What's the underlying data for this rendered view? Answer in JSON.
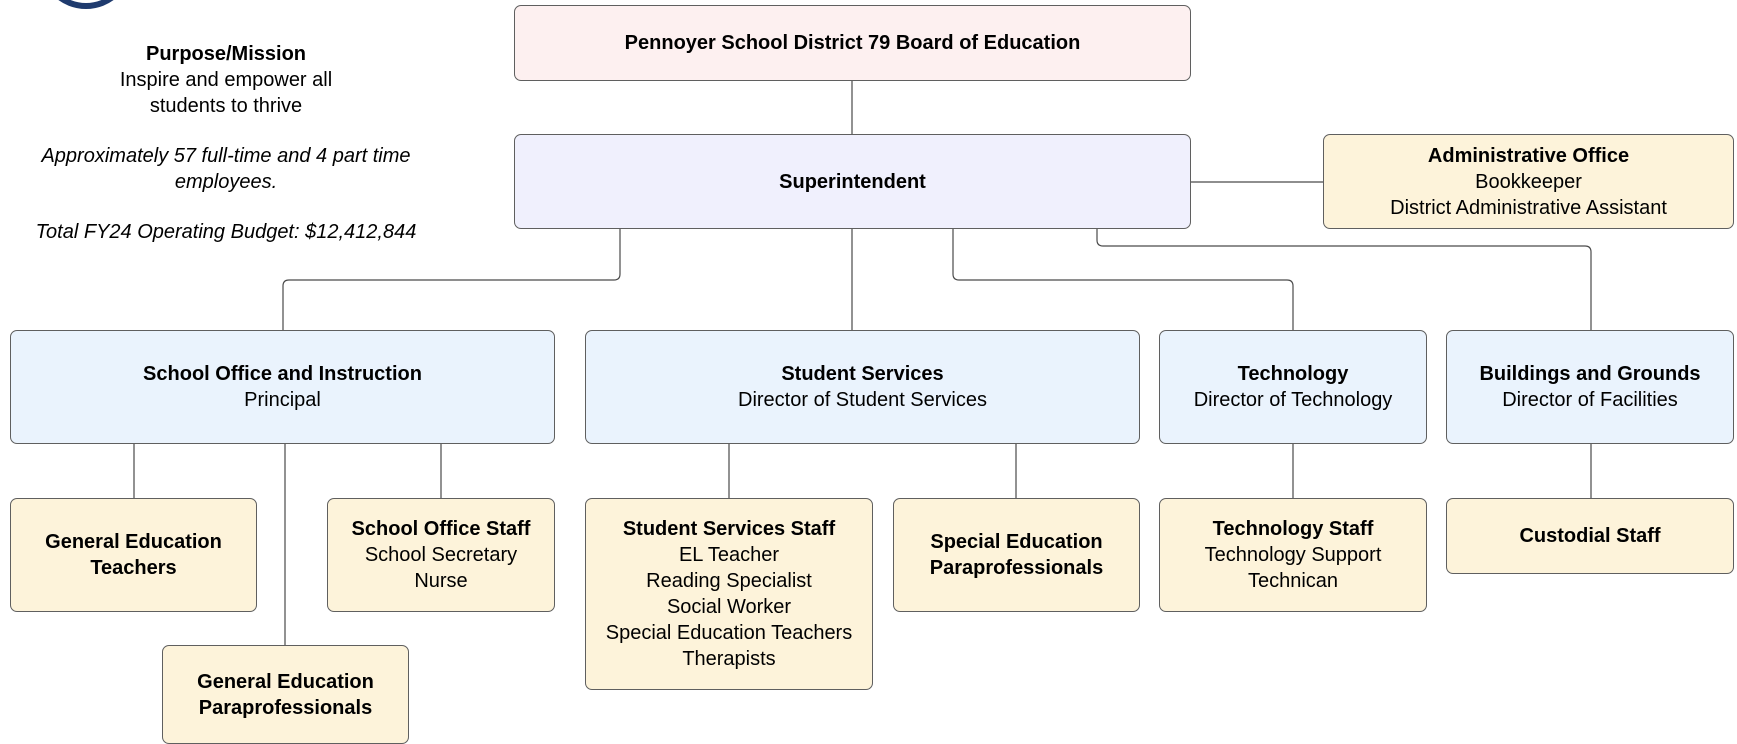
{
  "info": {
    "purpose_heading": "Purpose/Mission",
    "purpose_line1": "Inspire and empower all",
    "purpose_line2": "students to thrive",
    "employees_line1": "Approximately 57 full-time and 4 part time",
    "employees_line2": "employees.",
    "budget": "Total FY24 Operating Budget: $12,412,844"
  },
  "colors": {
    "board": "#fdf0f0",
    "superintendent": "#f0f0fd",
    "department": "#eaf3fd",
    "staff": "#fdf3da",
    "border": "#5f5f5f",
    "connector": "#4a4a4a"
  },
  "board": {
    "title": "Pennoyer School District 79 Board of Education"
  },
  "superintendent": {
    "title": "Superintendent"
  },
  "admin_office": {
    "title": "Administrative Office",
    "line1": "Bookkeeper",
    "line2": "District Administrative Assistant"
  },
  "school_office": {
    "title": "School Office and Instruction",
    "subtitle": "Principal"
  },
  "student_services": {
    "title": "Student Services",
    "subtitle": "Director of Student Services"
  },
  "technology": {
    "title": "Technology",
    "subtitle": "Director of Technology"
  },
  "buildings": {
    "title": "Buildings and Grounds",
    "subtitle": "Director of Facilities"
  },
  "gen_ed_teachers": {
    "line1": "General Education",
    "line2": "Teachers"
  },
  "school_office_staff": {
    "title": "School Office Staff",
    "line1": "School Secretary",
    "line2": "Nurse"
  },
  "gen_ed_paras": {
    "line1": "General Education",
    "line2": "Paraprofessionals"
  },
  "student_services_staff": {
    "title": "Student Services Staff",
    "items": [
      "EL Teacher",
      "Reading Specialist",
      "Social Worker",
      "Special Education Teachers",
      "Therapists"
    ]
  },
  "sped_paras": {
    "line1": "Special Education",
    "line2": "Paraprofessionals"
  },
  "technology_staff": {
    "title": "Technology Staff",
    "line1": "Technology Support",
    "line2": "Technican"
  },
  "custodial_staff": {
    "title": "Custodial Staff"
  }
}
